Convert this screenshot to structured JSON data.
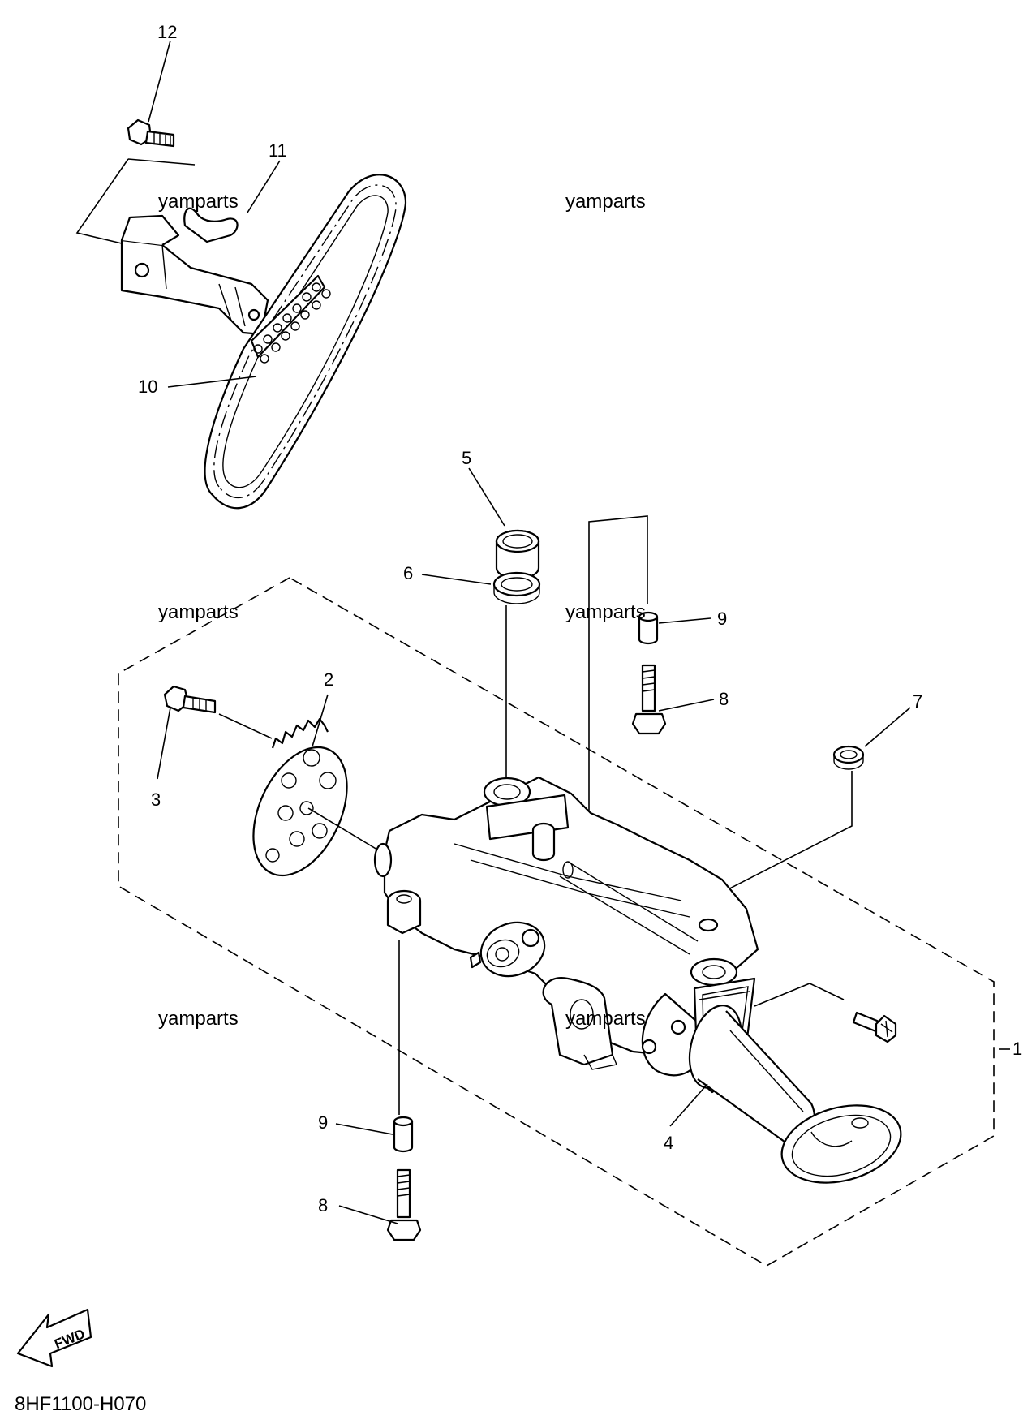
{
  "diagram": {
    "callouts": [
      "12",
      "11",
      "10",
      "5",
      "6",
      "9",
      "8",
      "7",
      "2",
      "3",
      "1",
      "4",
      "9",
      "8"
    ],
    "watermarks": [
      "yamparts",
      "yamparts",
      "yamparts",
      "yamparts",
      "yamparts",
      "yamparts"
    ],
    "fwd_label": "FWD",
    "diagram_code": "8HF1100-H070"
  }
}
